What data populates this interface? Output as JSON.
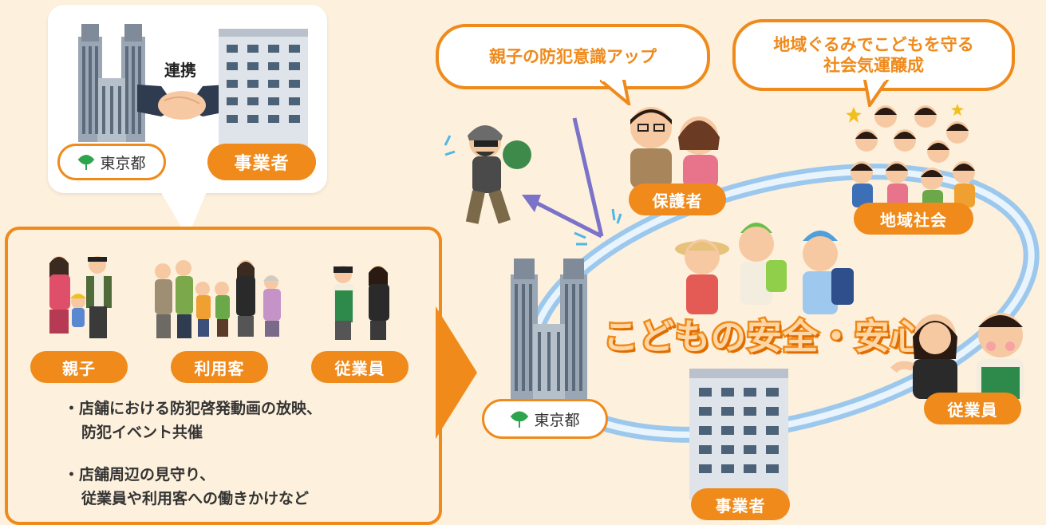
{
  "partnership": {
    "renkei_label": "連携",
    "tokyo_label": "東京都",
    "business_label": "事業者"
  },
  "left_panel": {
    "groups": [
      {
        "label": "親子"
      },
      {
        "label": "利用客"
      },
      {
        "label": "従業員"
      }
    ],
    "bullets": [
      {
        "line1": "・店舗における防犯啓発動画の放映、",
        "line2": "防犯イベント共催"
      },
      {
        "line1": "・店舗周辺の見守り、",
        "line2": "従業員や利用客への働きかけなど"
      }
    ]
  },
  "right_scene": {
    "bubble1": "親子の防犯意識アップ",
    "bubble2_line1": "地域ぐるみでこどもを守る",
    "bubble2_line2": "社会気運醸成",
    "guardians_label": "保護者",
    "community_label": "地域社会",
    "center_text": "こどもの安全・安心",
    "tokyo_label": "東京都",
    "employees_label": "従業員",
    "business_label": "事業者"
  },
  "colors": {
    "background": "#fdf0dc",
    "accent_orange": "#ef8a1b",
    "tokyo_green": "#2ea44f",
    "ring_blue": "#9cc8ee"
  }
}
